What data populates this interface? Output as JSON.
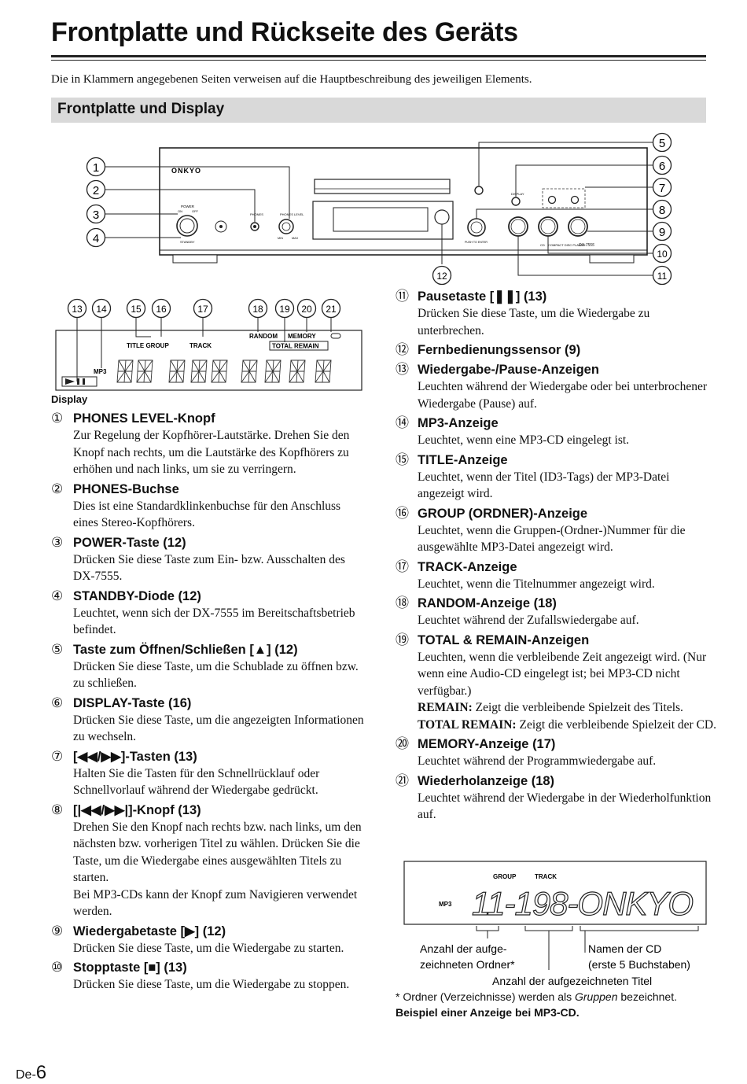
{
  "page": {
    "title": "Frontplatte und Rückseite des Geräts",
    "intro": "Die in Klammern angegebenen Seiten verweisen auf die Hauptbeschreibung des jeweiligen Elements.",
    "section_title": "Frontplatte und Display",
    "page_number_prefix": "De-",
    "page_number": "6"
  },
  "panel": {
    "brand": "ONKYO",
    "model": "DX-7555",
    "player_label": "CD",
    "player_caption": "COMPACT DISC PLAYER",
    "power_label": "POWER",
    "power_on": "ON",
    "power_off": "OFF",
    "standby_label": "STANDBY",
    "phones_label": "PHONES",
    "phones_level_label": "PHONES LEVEL",
    "level_min": "MIN",
    "level_max": "MAX",
    "display_label": "DISPLAY",
    "push_to_enter": "PUSH TO ENTER",
    "callout_numbers": [
      "1",
      "2",
      "3",
      "4",
      "5",
      "6",
      "7",
      "8",
      "9",
      "10",
      "11",
      "12"
    ]
  },
  "display_figure": {
    "callout_numbers": [
      "13",
      "14",
      "15",
      "16",
      "17",
      "18",
      "19",
      "20",
      "21"
    ],
    "labels": {
      "title_group": "TITLE GROUP",
      "track": "TRACK",
      "random": "RANDOM",
      "memory": "MEMORY",
      "total_remain": "TOTAL REMAIN",
      "mp3": "MP3"
    },
    "caption": "Display"
  },
  "items_left": [
    {
      "num": "1",
      "head": "PHONES LEVEL-Knopf",
      "body": [
        "Zur Regelung der Kopfhörer-Lautstärke. Drehen Sie den Knopf nach rechts, um die Lautstärke des Kopfhörers zu erhöhen und nach links, um sie zu verringern."
      ]
    },
    {
      "num": "2",
      "head": "PHONES-Buchse",
      "body": [
        "Dies ist eine Standardklinkenbuchse für den Anschluss eines Stereo-Kopfhörers."
      ]
    },
    {
      "num": "3",
      "head": "POWER-Taste (12)",
      "body": [
        "Drücken Sie diese Taste zum Ein- bzw. Ausschalten des DX-7555."
      ]
    },
    {
      "num": "4",
      "head": "STANDBY-Diode (12)",
      "body": [
        "Leuchtet, wenn sich der DX-7555 im Bereitschaftsbetrieb befindet."
      ]
    },
    {
      "num": "5",
      "head": "Taste zum Öffnen/Schließen [▲] (12)",
      "body": [
        "Drücken Sie diese Taste, um die Schublade zu öffnen bzw. zu schließen."
      ]
    },
    {
      "num": "6",
      "head": "DISPLAY-Taste (16)",
      "body": [
        "Drücken Sie diese Taste, um die angezeigten Informationen zu wechseln."
      ]
    },
    {
      "num": "7",
      "head": "[◀◀/▶▶]-Tasten (13)",
      "body": [
        "Halten Sie die Tasten für den Schnellrücklauf oder Schnellvorlauf während der Wiedergabe gedrückt."
      ]
    },
    {
      "num": "8",
      "head": "[|◀◀/▶▶|]-Knopf (13)",
      "body": [
        "Drehen Sie den Knopf nach rechts bzw. nach links, um den nächsten bzw. vorherigen Titel zu wählen. Drücken Sie die Taste, um die Wiedergabe eines ausgewählten Titels zu starten.",
        "Bei MP3-CDs kann der Knopf zum Navigieren verwendet werden."
      ]
    },
    {
      "num": "9",
      "head": "Wiedergabetaste [▶] (12)",
      "body": [
        "Drücken Sie diese Taste, um die Wiedergabe zu starten."
      ]
    },
    {
      "num": "10",
      "head": "Stopptaste [■] (13)",
      "body": [
        "Drücken Sie diese Taste, um die Wiedergabe zu stoppen."
      ]
    }
  ],
  "items_right": [
    {
      "num": "11",
      "head": "Pausetaste [❚❚] (13)",
      "body": [
        "Drücken Sie diese Taste, um die Wiedergabe zu unterbrechen."
      ]
    },
    {
      "num": "12",
      "head": "Fernbedienungssensor (9)",
      "body": []
    },
    {
      "num": "13",
      "head": "Wiedergabe-/Pause-Anzeigen",
      "body": [
        "Leuchten während der Wiedergabe oder bei unterbrochener Wiedergabe (Pause) auf."
      ]
    },
    {
      "num": "14",
      "head": "MP3-Anzeige",
      "body": [
        "Leuchtet, wenn eine MP3-CD eingelegt ist."
      ]
    },
    {
      "num": "15",
      "head": "TITLE-Anzeige",
      "body": [
        "Leuchtet, wenn der Titel (ID3-Tags) der MP3-Datei angezeigt wird."
      ]
    },
    {
      "num": "16",
      "head": "GROUP (ORDNER)-Anzeige",
      "body": [
        "Leuchtet, wenn die Gruppen-(Ordner-)Nummer für die ausgewählte MP3-Datei angezeigt wird."
      ]
    },
    {
      "num": "17",
      "head": "TRACK-Anzeige",
      "body": [
        "Leuchtet, wenn die Titelnummer angezeigt wird."
      ]
    },
    {
      "num": "18",
      "head": "RANDOM-Anzeige (18)",
      "body": [
        "Leuchtet während der Zufallswiedergabe auf."
      ]
    },
    {
      "num": "19",
      "head": "TOTAL & REMAIN-Anzeigen",
      "body": [
        "Leuchten, wenn die verbleibende Zeit angezeigt wird. (Nur wenn eine Audio-CD eingelegt ist; bei MP3-CD nicht verfügbar.)"
      ]
    },
    {
      "num": "20",
      "head": "MEMORY-Anzeige (17)",
      "body": [
        "Leuchtet während der Programmwiedergabe auf."
      ]
    },
    {
      "num": "21",
      "head": "Wiederholanzeige (18)",
      "body": [
        "Leuchtet während der Wiedergabe in der Wiederholfunktion auf."
      ]
    }
  ],
  "item19_extra": {
    "remain_label": "REMAIN:",
    "remain_text": "Zeigt die verbleibende Spielzeit des Titels.",
    "total_remain_label": "TOTAL REMAIN:",
    "total_remain_text": "Zeigt die verbleibende Spielzeit der CD."
  },
  "example_display": {
    "group_label": "GROUP",
    "track_label": "TRACK",
    "mp3_label": "MP3",
    "segments": "11-198-ONKYO",
    "annot_folders": [
      "Anzahl der aufge-",
      "zeichneten Ordner*"
    ],
    "annot_names": [
      "Namen der CD",
      "(erste 5 Buchstaben)"
    ],
    "annot_tracks": "Anzahl der aufgezeichneten Titel"
  },
  "footnote": {
    "prefix": "* Ordner (Verzeichnisse) werden als ",
    "emph": "Gruppen",
    "suffix": " bezeichnet.",
    "caption": "Beispiel einer Anzeige bei MP3-CD."
  }
}
